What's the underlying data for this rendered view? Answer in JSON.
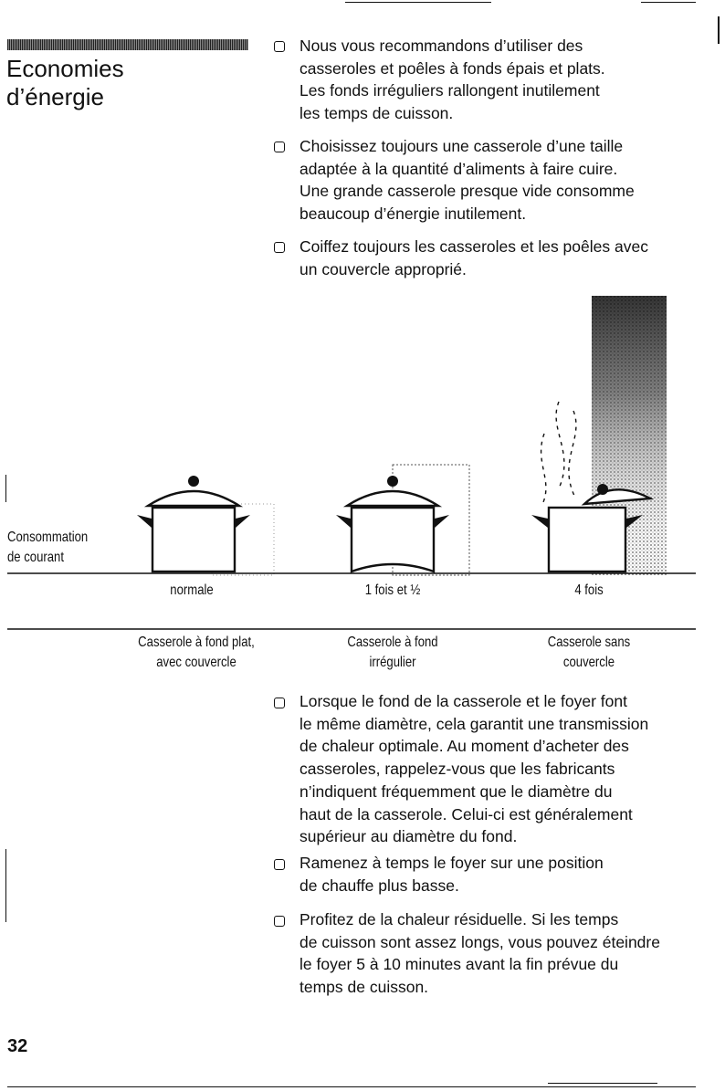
{
  "section": {
    "title_line1": "Economies",
    "title_line2": "d’énergie"
  },
  "bullets_top": [
    {
      "lines": [
        "Nous vous recommandons d’utiliser des",
        "casseroles et poêles à fonds épais et plats.",
        "Les fonds irréguliers rallongent inutilement",
        "les temps de cuisson."
      ]
    },
    {
      "lines": [
        "Choisissez toujours une casserole d’une taille",
        "adaptée à la quantité d’aliments à faire cuire.",
        "Une grande casserole presque vide consomme",
        "beaucoup d’énergie inutilement."
      ]
    },
    {
      "lines": [
        "Coiffez toujours les casseroles et les poêles avec",
        "un couvercle approprié."
      ]
    }
  ],
  "illustration": {
    "consumption_label_line1": "Consommation",
    "consumption_label_line2": "de courant",
    "pots": [
      {
        "consumption": "normale",
        "caption_line1": "Casserole à fond plat,",
        "caption_line2": "avec couvercle"
      },
      {
        "consumption": "1 fois et ½",
        "caption_line1": "Casserole à fond",
        "caption_line2": "irrégulier"
      },
      {
        "consumption": "4 fois",
        "caption_line1": "Casserole sans",
        "caption_line2": "couvercle"
      }
    ]
  },
  "bullets_bottom": [
    {
      "lines": [
        "Lorsque le fond de la casserole et le foyer font",
        "le même diamètre, cela garantit une transmission",
        "de chaleur optimale. Au moment d’acheter des",
        "casseroles, rappelez-vous que les fabricants",
        "n’indiquent fréquemment que le diamètre du",
        "haut de la casserole. Celui-ci est généralement",
        "supérieur au diamètre du fond."
      ]
    },
    {
      "lines": [
        "Ramenez à temps le foyer sur une position",
        "de chauffe plus basse."
      ]
    },
    {
      "lines": [
        "Profitez de la chaleur résiduelle. Si les temps",
        "de cuisson sont assez longs, vous pouvez éteindre",
        "le foyer 5 à 10 minutes avant la fin prévue du",
        "temps de cuisson."
      ]
    }
  ],
  "page_number": "32"
}
